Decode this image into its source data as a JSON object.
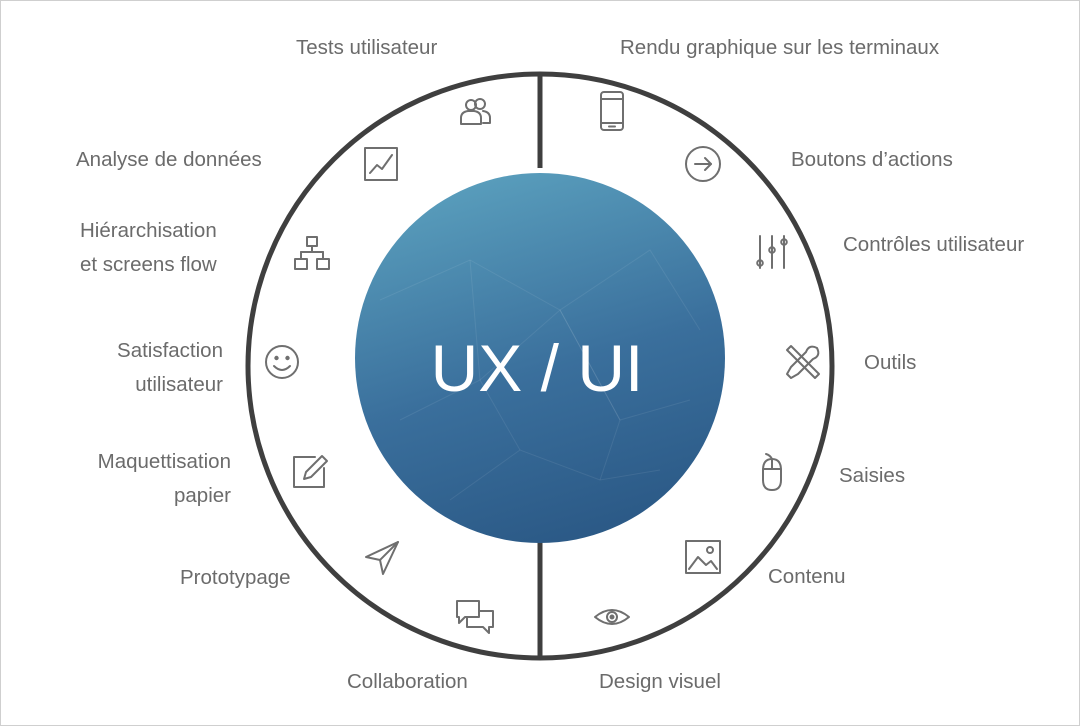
{
  "center_label": "UX / UI",
  "colors": {
    "ring": "#3f3f3f",
    "label": "#6b6b6b",
    "icon": "#6f6f6f",
    "center_top": "#5a9cbb",
    "center_bottom": "#2c5c88"
  },
  "ux_items": [
    {
      "label": "Tests utilisateur",
      "icon": "users-icon"
    },
    {
      "label": "Analyse de données",
      "icon": "line-chart-icon"
    },
    {
      "label": "Hiérarchisation",
      "label2": "et screens flow",
      "icon": "sitemap-icon"
    },
    {
      "label": "Satisfaction",
      "label2": "utilisateur",
      "icon": "smiley-icon"
    },
    {
      "label": "Maquettisation",
      "label2": "papier",
      "icon": "pencil-square-icon"
    },
    {
      "label": "Prototypage",
      "icon": "paper-plane-icon"
    },
    {
      "label": "Collaboration",
      "icon": "chat-bubbles-icon"
    }
  ],
  "ui_items": [
    {
      "label": "Rendu graphique sur les terminaux",
      "icon": "smartphone-icon"
    },
    {
      "label": "Boutons d’actions",
      "icon": "arrow-circle-icon"
    },
    {
      "label": "Contrôles utilisateur",
      "icon": "sliders-icon"
    },
    {
      "label": "Outils",
      "icon": "tools-icon"
    },
    {
      "label": "Saisies",
      "icon": "mouse-icon"
    },
    {
      "label": "Contenu",
      "icon": "image-icon"
    },
    {
      "label": "Design visuel",
      "icon": "eye-icon"
    }
  ]
}
